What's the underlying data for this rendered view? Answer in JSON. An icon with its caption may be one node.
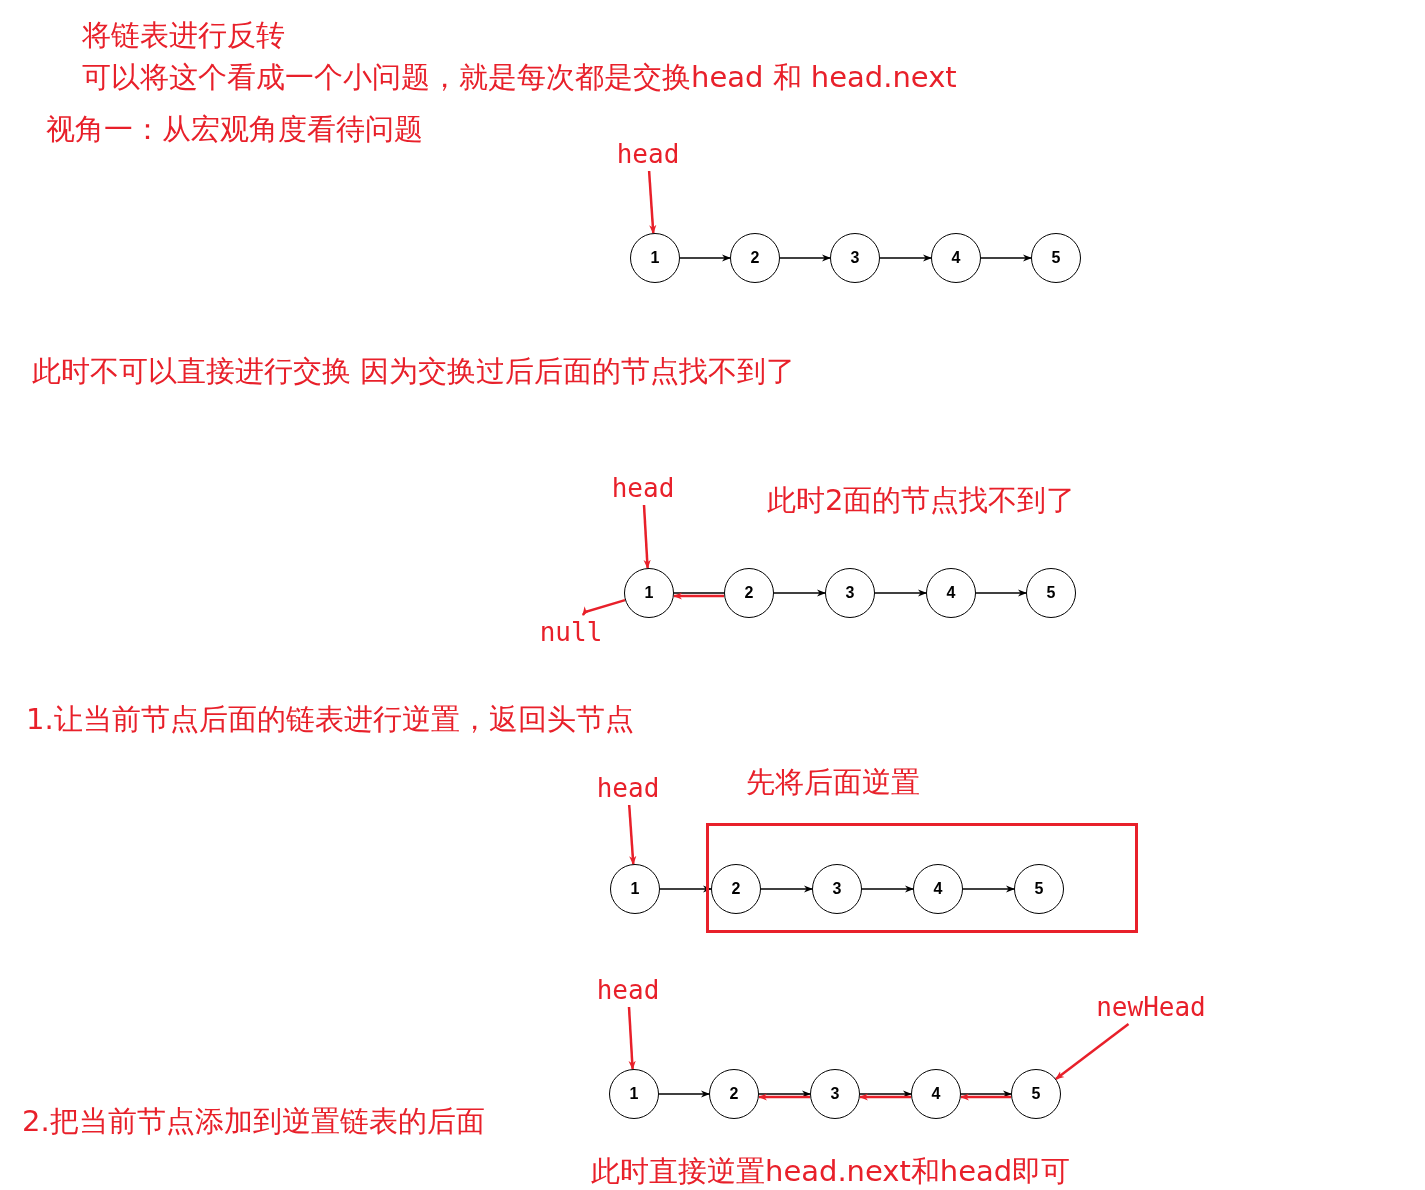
{
  "diagram": {
    "title": "将链表进行反转",
    "nodes": [
      {
        "text": [
          "head"
        ]
      },
      {
        "text": [
          "1"
        ]
      },
      {
        "text": [
          "2"
        ]
      },
      {
        "text": [
          "3"
        ]
      },
      {
        "text": [
          "4"
        ]
      },
      {
        "text": [
          "5"
        ]
      },
      {
        "text": [
          "head"
        ]
      },
      {
        "text": [
          "null"
        ]
      },
      {
        "text": [
          "1"
        ]
      },
      {
        "text": [
          "2"
        ]
      },
      {
        "text": [
          "3"
        ]
      },
      {
        "text": [
          "4"
        ]
      },
      {
        "text": [
          "5"
        ]
      },
      {
        "text": [
          "head"
        ]
      },
      {
        "text": [
          "1"
        ]
      },
      {
        "text": [
          "先将后面逆置"
        ]
      },
      {
        "text": [
          "2"
        ],
        "in": 15
      },
      {
        "text": [
          "3"
        ],
        "in": 15
      },
      {
        "text": [
          "4"
        ],
        "in": 15
      },
      {
        "text": [
          "5"
        ],
        "in": 15
      },
      {
        "text": [
          "head"
        ]
      },
      {
        "text": [
          "newHead"
        ]
      },
      {
        "text": [
          "1"
        ]
      },
      {
        "text": [
          "2"
        ]
      },
      {
        "text": [
          "3"
        ]
      },
      {
        "text": [
          "4"
        ]
      },
      {
        "text": [
          "5"
        ]
      }
    ],
    "edges": [
      {
        "from": 0,
        "to": 1,
        "arrow": "to",
        "color": "#e8202a"
      },
      {
        "from": 1,
        "to": 2,
        "arrow": "to"
      },
      {
        "from": 2,
        "to": 3,
        "arrow": "to"
      },
      {
        "from": 3,
        "to": 4,
        "arrow": "to"
      },
      {
        "from": 4,
        "to": 5,
        "arrow": "to"
      },
      {
        "from": 6,
        "to": 8,
        "arrow": "to",
        "color": "#e8202a"
      },
      {
        "from": 8,
        "to": 7,
        "arrow": "to",
        "color": "#e8202a"
      },
      {
        "from": 8,
        "to": 9,
        "arrow": "none"
      },
      {
        "from": 9,
        "to": 8,
        "arrow": "to",
        "color": "#e8202a"
      },
      {
        "from": 9,
        "to": 10,
        "arrow": "to"
      },
      {
        "from": 10,
        "to": 11,
        "arrow": "to"
      },
      {
        "from": 11,
        "to": 12,
        "arrow": "to"
      },
      {
        "from": 13,
        "to": 14,
        "arrow": "to",
        "color": "#e8202a"
      },
      {
        "from": 14,
        "to": 16,
        "arrow": "to"
      },
      {
        "from": 16,
        "to": 17,
        "arrow": "to"
      },
      {
        "from": 17,
        "to": 18,
        "arrow": "to"
      },
      {
        "from": 18,
        "to": 19,
        "arrow": "to"
      },
      {
        "from": 20,
        "to": 22,
        "arrow": "to",
        "color": "#e8202a"
      },
      {
        "from": 21,
        "to": 26,
        "arrow": "to",
        "color": "#e8202a"
      },
      {
        "from": 22,
        "to": 23,
        "arrow": "to"
      },
      {
        "from": 23,
        "to": 24,
        "arrow": "to"
      },
      {
        "from": 24,
        "to": 25,
        "arrow": "to"
      },
      {
        "from": 25,
        "to": 26,
        "arrow": "to"
      },
      {
        "from": 24,
        "to": 23,
        "arrow": "to",
        "color": "#e8202a"
      },
      {
        "from": 25,
        "to": 24,
        "arrow": "to",
        "color": "#e8202a"
      },
      {
        "from": 26,
        "to": 25,
        "arrow": "to",
        "color": "#e8202a"
      }
    ],
    "labels": [
      "可以将这个看成一个小问题，就是每次都是交换head 和 head.next",
      "视角一：从宏观角度看待问题",
      "此时不可以直接进行交换 因为交换过后后面的节点找不到了",
      "此时2面的节点找不到了",
      "1.让当前节点后面的链表进行逆置，返回头节点",
      "2.把当前节点添加到逆置链表的后面",
      "此时直接逆置head.next和head即可"
    ]
  }
}
